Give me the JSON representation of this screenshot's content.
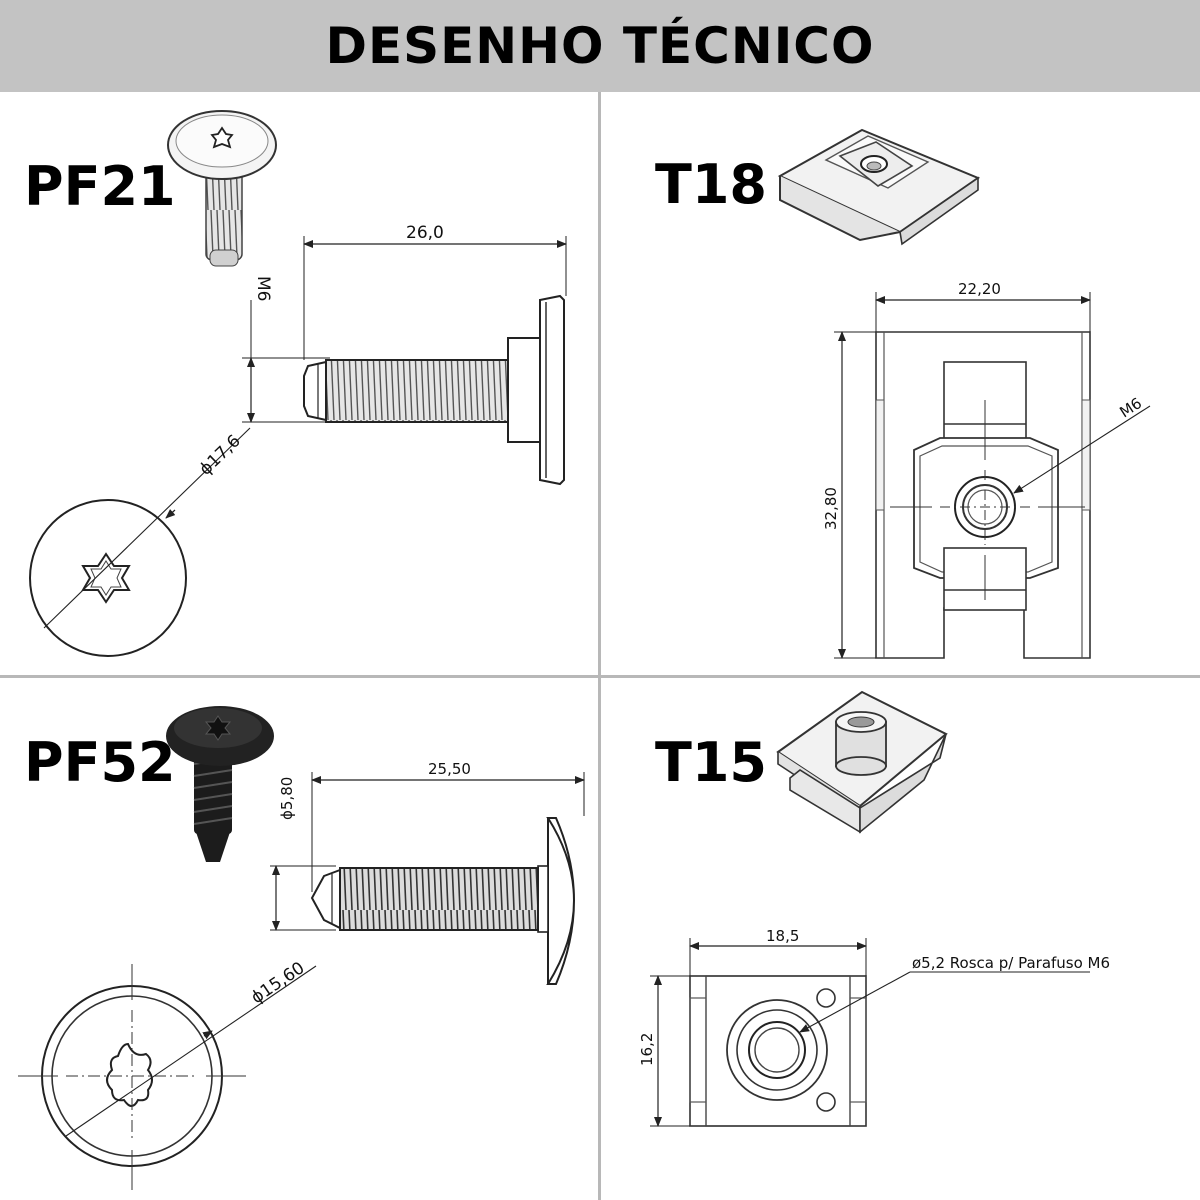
{
  "header": {
    "title": "DESENHO TÉCNICO"
  },
  "parts": {
    "pf21": {
      "label": "PF21",
      "dims": {
        "length": "26,0",
        "thread": "M6",
        "head_diameter": "ϕ17,6"
      }
    },
    "t18": {
      "label": "T18",
      "dims": {
        "width": "22,20",
        "height": "32,80",
        "thread": "M6"
      }
    },
    "pf52": {
      "label": "PF52",
      "dims": {
        "length": "25,50",
        "thread_diameter": "ϕ5,80",
        "head_diameter": "ϕ15,60"
      }
    },
    "t15": {
      "label": "T15",
      "dims": {
        "width": "18,5",
        "height": "16,2",
        "hole_note": "ø5,2 Rosca p/ Parafuso M6"
      }
    }
  },
  "icons": [
    "torx-screw-icon",
    "clip-nut-icon",
    "black-screw-icon",
    "cage-nut-icon"
  ],
  "colors": {
    "banner": "#c3c3c3",
    "line": "#222222",
    "divider": "#b8b8b8",
    "screw_black": "#1a1a1a"
  }
}
